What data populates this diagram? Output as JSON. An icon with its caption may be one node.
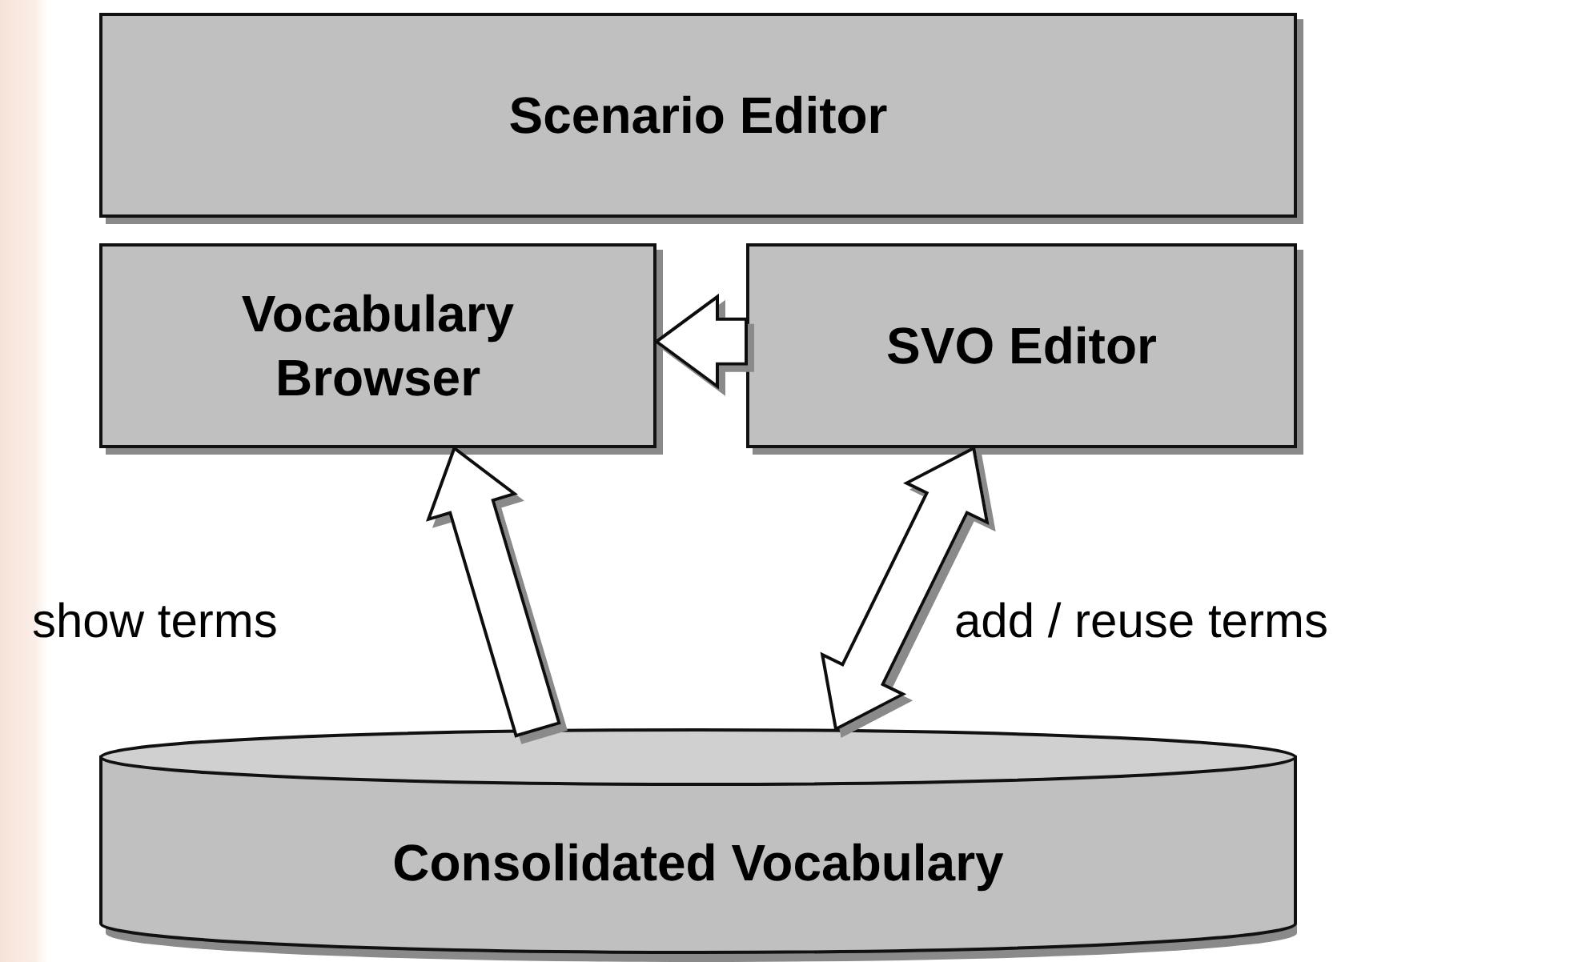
{
  "diagram": {
    "nodes": [
      {
        "text": [
          "Scenario Editor"
        ]
      },
      {
        "text": [
          "Vocabulary Browser"
        ]
      },
      {
        "text": [
          "SVO Editor"
        ]
      },
      {
        "text": [
          "Consolidated Vocabulary"
        ]
      }
    ],
    "edges": [
      {
        "from": 2,
        "to": 1,
        "arrow": "to"
      },
      {
        "from": 3,
        "to": 1,
        "arrow": "to",
        "label": "show terms"
      },
      {
        "from": 3,
        "to": 2,
        "arrow": "both",
        "label": "add / reuse terms"
      }
    ]
  }
}
